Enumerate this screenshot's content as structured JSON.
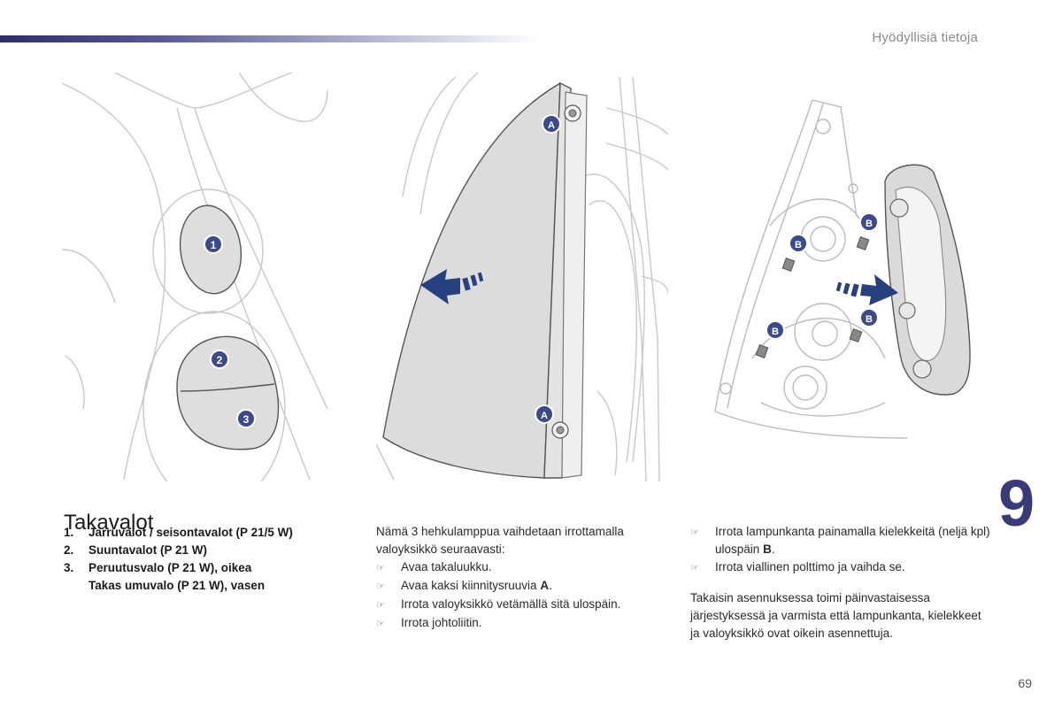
{
  "header": {
    "section_title": "Hyödyllisiä tietoja",
    "bar_color": "#2d2d68"
  },
  "chapter": {
    "number": "9",
    "color": "#3a3a78"
  },
  "page": {
    "title": "Takavalot",
    "number": "69"
  },
  "figures": {
    "fig1": {
      "callouts": [
        "1",
        "2",
        "3"
      ]
    },
    "fig2": {
      "callouts": [
        "A",
        "A"
      ]
    },
    "fig3": {
      "callouts": [
        "B",
        "B",
        "B",
        "B"
      ]
    },
    "callout_color": "#3c4a8a",
    "arrow_color": "#26417e"
  },
  "bulbs": [
    {
      "num": "1.",
      "text": "Jarruvalot / seisontavalot (P 21/5 W)"
    },
    {
      "num": "2.",
      "text": "Suuntavalot (P 21 W)"
    },
    {
      "num": "3.",
      "text": "Peruutusvalo (P 21 W), oikea"
    },
    {
      "num": "",
      "text": "Takas umuvalo (P 21 W), vasen"
    }
  ],
  "column2": {
    "intro": "Nämä 3 hehkulamppua vaihdetaan irrottamalla valoyksikkö seuraavasti:",
    "steps": [
      {
        "mark": "☞",
        "text": "Avaa takaluukku."
      },
      {
        "mark": "☞",
        "text": "Avaa kaksi kiinnitysruuvia",
        "bold": "A",
        "after": "."
      },
      {
        "mark": "☞",
        "text": "Irrota valoyksikkö vetämällä sitä ulospäin."
      },
      {
        "mark": "☞",
        "text": "Irrota johtoliitin."
      }
    ]
  },
  "column3": {
    "steps": [
      {
        "mark": "☞",
        "text": "Irrota lampunkanta painamalla kielekkeitä (neljä kpl) ulospäin",
        "bold": "B",
        "after": "."
      },
      {
        "mark": "☞",
        "text": "Irrota viallinen polttimo ja vaihda se."
      }
    ],
    "note": "Takaisin asennuksessa toimi päinvastaisessa järjestyksessä ja varmista että lampunkanta, kielekkeet ja valoyksikkö ovat oikein asennettuja."
  }
}
